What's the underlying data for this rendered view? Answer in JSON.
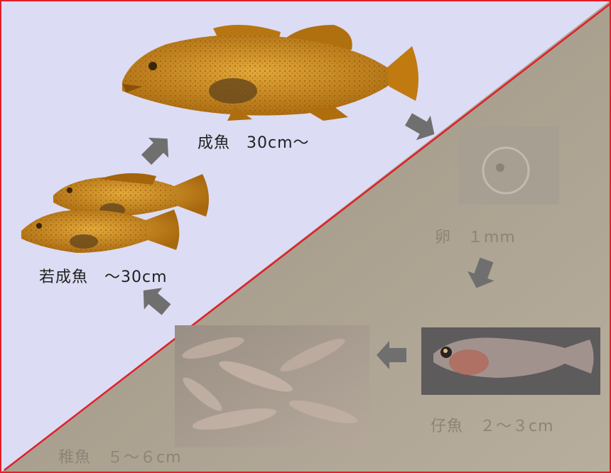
{
  "stages": [
    {
      "id": "adult",
      "label": "成魚　30cm〜"
    },
    {
      "id": "egg",
      "label": "卵　１mm"
    },
    {
      "id": "larva",
      "label": "仔魚　２〜３cm"
    },
    {
      "id": "juvenile",
      "label": "稚魚　５〜６cm"
    },
    {
      "id": "young_adult",
      "label": "若成魚　〜30cm"
    }
  ],
  "colors": {
    "upper_background": "#dcdcf4",
    "lower_background": "#a39a8a",
    "border": "#e0202a",
    "arrow": "#6f6f6f",
    "fish_body": "#c8891c",
    "fish_spots": "#7a4a0a"
  }
}
